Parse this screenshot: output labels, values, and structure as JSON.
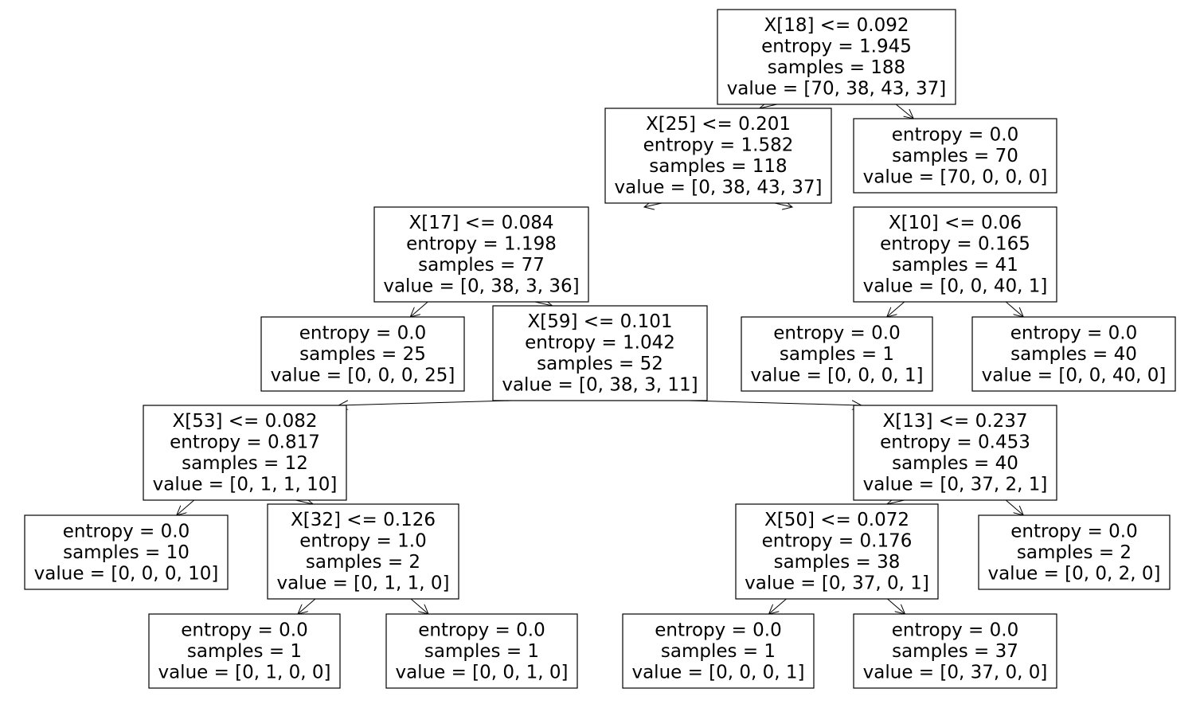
{
  "tree": {
    "nodes": [
      {
        "id": "n0",
        "lines": [
          "X[18] <= 0.092",
          "entropy = 1.945",
          "samples = 188",
          "value = [70, 38, 43, 37]"
        ]
      },
      {
        "id": "n1",
        "lines": [
          "X[25] <= 0.201",
          "entropy = 1.582",
          "samples = 118",
          "value = [0, 38, 43, 37]"
        ]
      },
      {
        "id": "n2",
        "lines": [
          "entropy = 0.0",
          "samples = 70",
          "value = [70, 0, 0, 0]"
        ]
      },
      {
        "id": "n3",
        "lines": [
          "X[17] <= 0.084",
          "entropy = 1.198",
          "samples = 77",
          "value = [0, 38, 3, 36]"
        ]
      },
      {
        "id": "n4",
        "lines": [
          "X[10] <= 0.06",
          "entropy = 0.165",
          "samples = 41",
          "value = [0, 0, 40, 1]"
        ]
      },
      {
        "id": "n5",
        "lines": [
          "entropy = 0.0",
          "samples = 25",
          "value = [0, 0, 0, 25]"
        ]
      },
      {
        "id": "n6",
        "lines": [
          "X[59] <= 0.101",
          "entropy = 1.042",
          "samples = 52",
          "value = [0, 38, 3, 11]"
        ]
      },
      {
        "id": "n7",
        "lines": [
          "entropy = 0.0",
          "samples = 1",
          "value = [0, 0, 0, 1]"
        ]
      },
      {
        "id": "n8",
        "lines": [
          "entropy = 0.0",
          "samples = 40",
          "value = [0, 0, 40, 0]"
        ]
      },
      {
        "id": "n9",
        "lines": [
          "X[53] <= 0.082",
          "entropy = 0.817",
          "samples = 12",
          "value = [0, 1, 1, 10]"
        ]
      },
      {
        "id": "n10",
        "lines": [
          "X[13] <= 0.237",
          "entropy = 0.453",
          "samples = 40",
          "value = [0, 37, 2, 1]"
        ]
      },
      {
        "id": "n11",
        "lines": [
          "entropy = 0.0",
          "samples = 10",
          "value = [0, 0, 0, 10]"
        ]
      },
      {
        "id": "n12",
        "lines": [
          "X[32] <= 0.126",
          "entropy = 1.0",
          "samples = 2",
          "value = [0, 1, 1, 0]"
        ]
      },
      {
        "id": "n13",
        "lines": [
          "X[50] <= 0.072",
          "entropy = 0.176",
          "samples = 38",
          "value = [0, 37, 0, 1]"
        ]
      },
      {
        "id": "n14",
        "lines": [
          "entropy = 0.0",
          "samples = 2",
          "value = [0, 0, 2, 0]"
        ]
      },
      {
        "id": "n15",
        "lines": [
          "entropy = 0.0",
          "samples = 1",
          "value = [0, 1, 0, 0]"
        ]
      },
      {
        "id": "n16",
        "lines": [
          "entropy = 0.0",
          "samples = 1",
          "value = [0, 0, 1, 0]"
        ]
      },
      {
        "id": "n17",
        "lines": [
          "entropy = 0.0",
          "samples = 1",
          "value = [0, 0, 0, 1]"
        ]
      },
      {
        "id": "n18",
        "lines": [
          "entropy = 0.0",
          "samples = 37",
          "value = [0, 37, 0, 0]"
        ]
      }
    ],
    "edges": [
      [
        "n0",
        "n1"
      ],
      [
        "n0",
        "n2"
      ],
      [
        "n1",
        "n3"
      ],
      [
        "n1",
        "n4"
      ],
      [
        "n3",
        "n5"
      ],
      [
        "n3",
        "n6"
      ],
      [
        "n4",
        "n7"
      ],
      [
        "n4",
        "n8"
      ],
      [
        "n6",
        "n9"
      ],
      [
        "n6",
        "n10"
      ],
      [
        "n9",
        "n11"
      ],
      [
        "n9",
        "n12"
      ],
      [
        "n10",
        "n13"
      ],
      [
        "n10",
        "n14"
      ],
      [
        "n12",
        "n15"
      ],
      [
        "n12",
        "n16"
      ],
      [
        "n13",
        "n17"
      ],
      [
        "n13",
        "n18"
      ]
    ]
  }
}
